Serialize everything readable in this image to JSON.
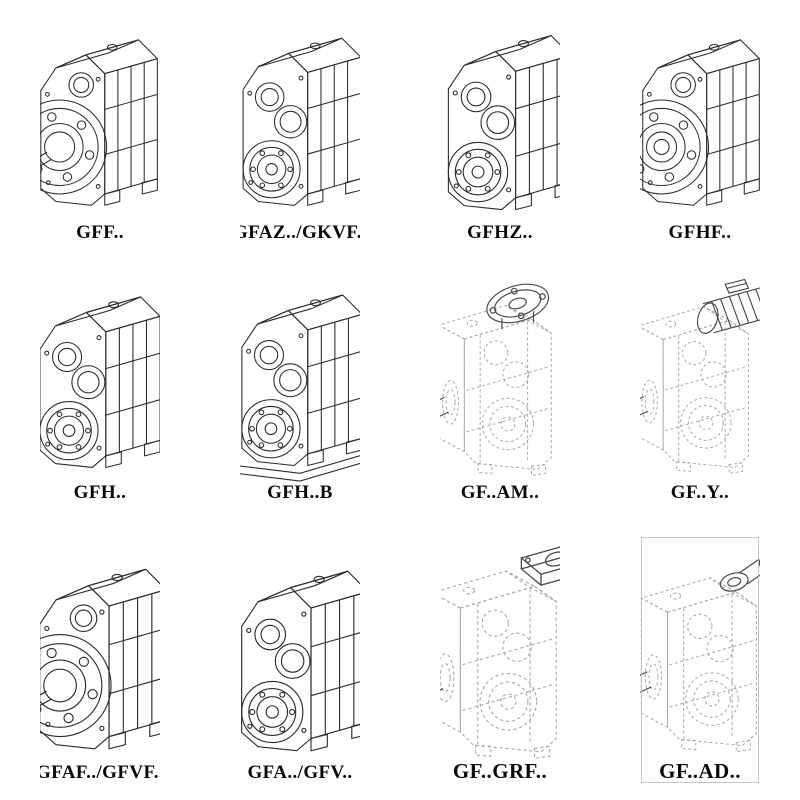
{
  "colors": {
    "background": "#ffffff",
    "ink": "#2b2b2b",
    "phantom_line": "#a8a8a8",
    "attachment_ink": "#4a4a4a",
    "label_text": "#0a0a0a"
  },
  "catalog": {
    "items": [
      {
        "label": "GFF.."
      },
      {
        "label": "GFAZ../GKVF.."
      },
      {
        "label": "GFHZ.."
      },
      {
        "label": "GFHF.."
      },
      {
        "label": "GFH.."
      },
      {
        "label": "GFH..B"
      },
      {
        "label": "GF..AM.."
      },
      {
        "label": "GF..Y.."
      },
      {
        "label": "GFAF../GFVF.."
      },
      {
        "label": "GFA../GFV.."
      },
      {
        "label": "GF..GRF.."
      },
      {
        "label": "GF..AD.."
      }
    ]
  }
}
